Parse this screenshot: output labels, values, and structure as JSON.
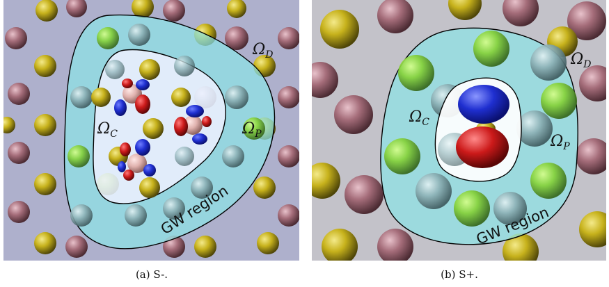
{
  "panel_a": {
    "caption": "(a) S-.",
    "labels": {
      "omega_d": "Ω",
      "omega_d_sub": "D",
      "omega_c": "Ω",
      "omega_c_sub": "C",
      "omega_p": "Ω",
      "omega_p_sub": "P",
      "gw_region": "GW region"
    }
  },
  "panel_b": {
    "caption": "(b) S+.",
    "labels": {
      "omega_d": "Ω",
      "omega_d_sub": "D",
      "omega_c": "Ω",
      "omega_c_sub": "C",
      "omega_p": "Ω",
      "omega_p_sub": "P",
      "gw_region": "GW region"
    }
  },
  "colors": {
    "gw_region_fill": "#8ee3e6",
    "core_fill": "#eef0ff",
    "sulfur_atom": "#c9b41e",
    "metal_atom": "#a8707c",
    "orbital_positive": "#1f2fd0",
    "orbital_negative": "#cc1a1a"
  }
}
